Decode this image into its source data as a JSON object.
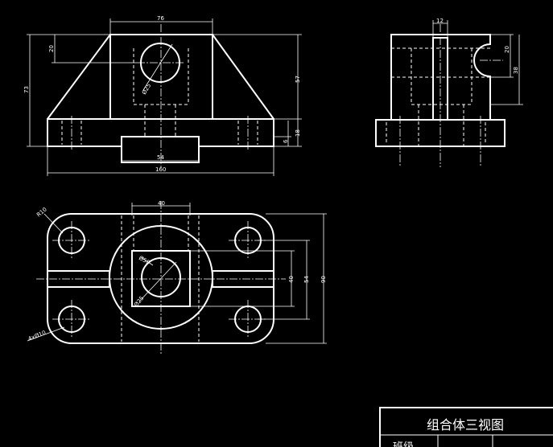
{
  "title_block": {
    "title": "组合体三视图",
    "partial_label": "班级"
  },
  "front_view": {
    "dim_top": "76",
    "dim_left_height": "73",
    "dim_small_left": "20",
    "dim_right_height": "57",
    "dim_right_small_1": "18",
    "dim_right_small_2": "6",
    "dim_base_groove": "54",
    "dim_overall_width": "160",
    "dim_hole_dia": "Ø25"
  },
  "side_view": {
    "dim_top": "12",
    "dim_right_small": "20",
    "dim_right_height": "38"
  },
  "top_view": {
    "dim_top": "40",
    "dim_corner_hole": "R10",
    "dim_right_inner": "40",
    "dim_right_middle": "54",
    "dim_right_overall": "90",
    "dim_circle_big": "Ø50",
    "dim_circle_small": "Ø25",
    "dim_holes": "4xØ10"
  }
}
